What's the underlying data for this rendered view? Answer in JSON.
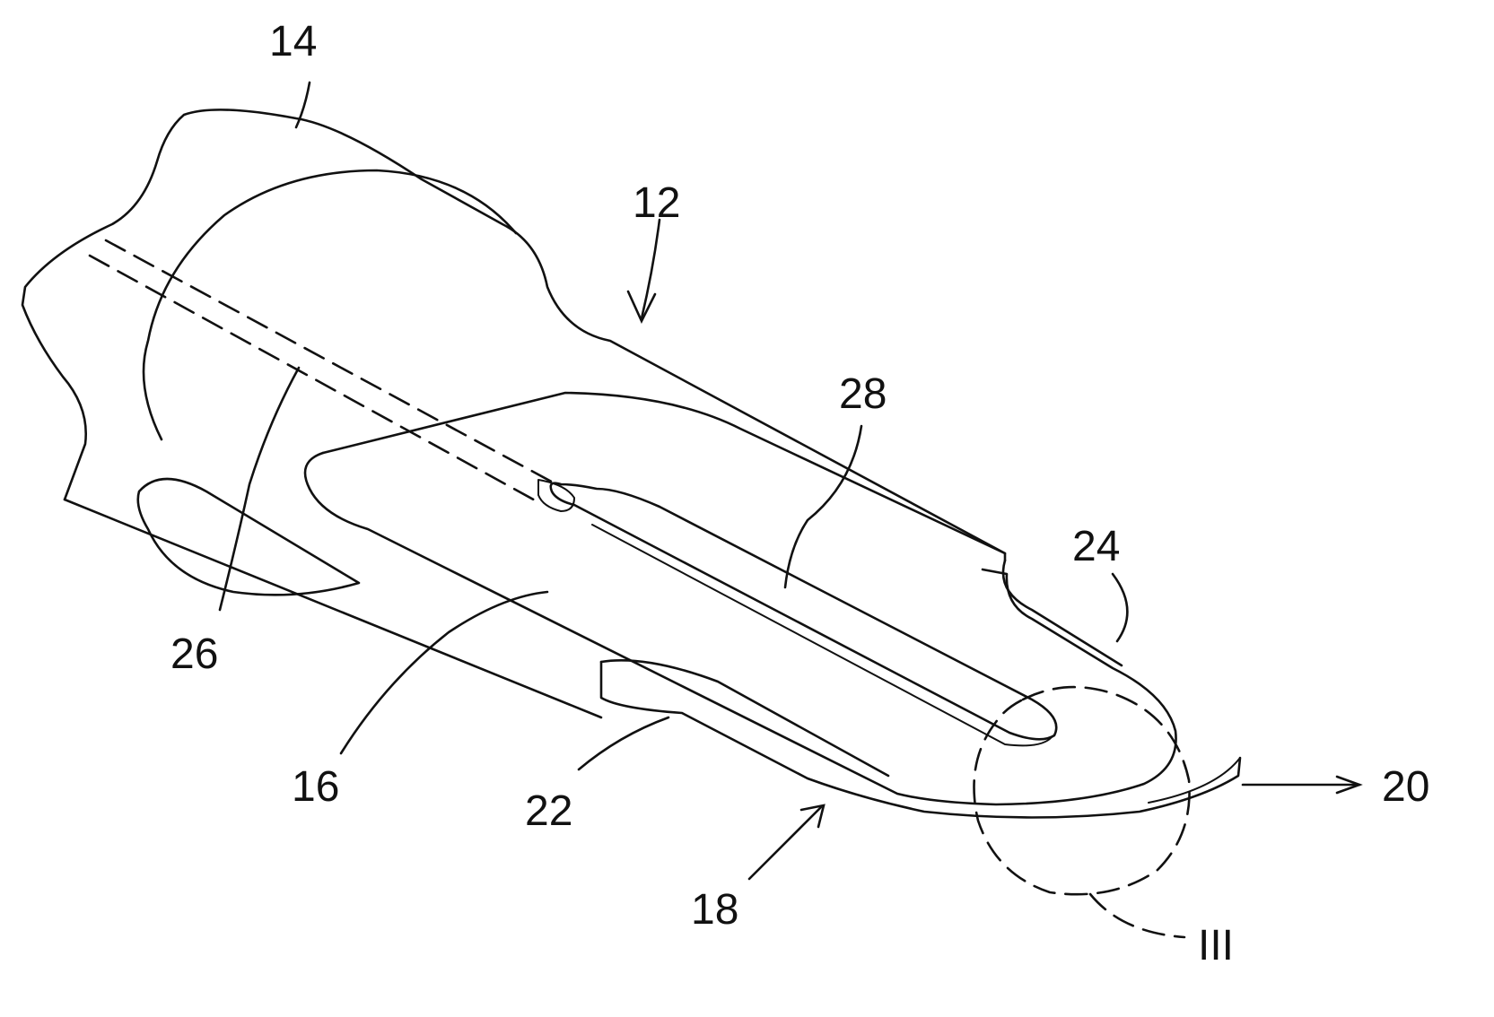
{
  "reference_numerals": {
    "n12": "12",
    "n14": "14",
    "n16": "16",
    "n18": "18",
    "n20": "20",
    "n22": "22",
    "n24": "24",
    "n26": "26",
    "n28": "28",
    "detail_III": "III"
  },
  "colors": {
    "ink": "#111111",
    "paper": "#ffffff"
  }
}
